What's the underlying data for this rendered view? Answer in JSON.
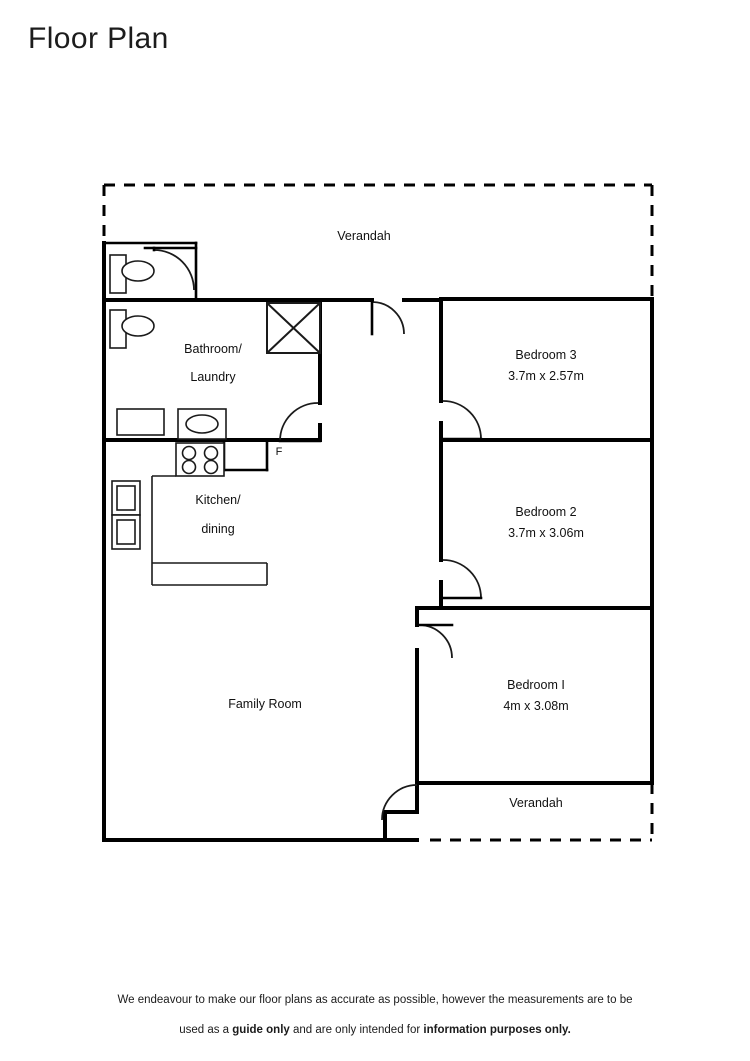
{
  "page": {
    "title": "Floor Plan"
  },
  "footer": {
    "line1": "We endeavour to make our floor plans as accurate as possible, however the measurements are to be",
    "line2_part1": "used as a ",
    "line2_bold1": "guide only",
    "line2_part2": " and are only intended for ",
    "line2_bold2": "information purposes only."
  },
  "plan": {
    "rooms": [
      {
        "id": "verandah-top",
        "name": "Verandah",
        "label": "Verandah",
        "dimensions": ""
      },
      {
        "id": "bathroom-laundry",
        "name": "Bathroom/Laundry",
        "label_line1": "Bathroom/",
        "label_line2": "Laundry",
        "dimensions": ""
      },
      {
        "id": "kitchen-dining",
        "name": "Kitchen/dining",
        "label_line1": "Kitchen/",
        "label_line2": "dining",
        "dimensions": ""
      },
      {
        "id": "family-room",
        "name": "Family Room",
        "label": "Family Room",
        "dimensions": ""
      },
      {
        "id": "bedroom-3",
        "name": "Bedroom 3",
        "label": "Bedroom 3",
        "dimensions": "3.7m x 2.57m"
      },
      {
        "id": "bedroom-2",
        "name": "Bedroom 2",
        "label": "Bedroom 2",
        "dimensions": "3.7m x 3.06m"
      },
      {
        "id": "bedroom-1",
        "name": "Bedroom 1",
        "label": "Bedroom I",
        "dimensions": "4m x 3.08m"
      },
      {
        "id": "verandah-bottom",
        "name": "Verandah",
        "label": "Verandah",
        "dimensions": ""
      }
    ],
    "annotations": {
      "fridge": "F"
    },
    "colors": {
      "wall": "#000000",
      "background": "#ffffff",
      "text": "#1a1a1a"
    }
  }
}
